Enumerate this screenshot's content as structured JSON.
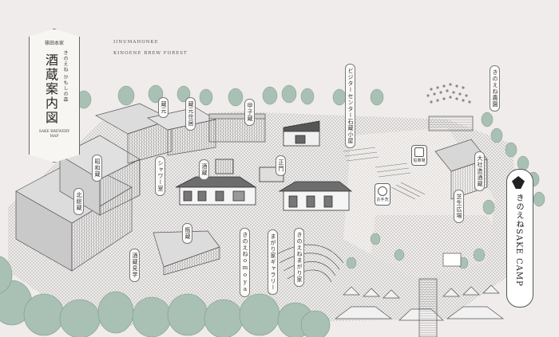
{
  "title_card": {
    "subtitle": "篠田本家",
    "small_vertical": "きのえね かもしの森",
    "main_title": "酒蔵案内図",
    "english": "SAKE BREWERY MAP"
  },
  "english_header": {
    "line1": "IINUMAHONKE",
    "line2": "KINOENE BREW FOREST"
  },
  "labels": {
    "lbl_a": "蔵元",
    "lbl_b": "蔵元住居",
    "lbl_c": "甲子蔵",
    "lbl_d": "昭和蔵",
    "lbl_e": "北総蔵",
    "lbl_f": "シャワー室",
    "lbl_g": "酒蔵",
    "lbl_h": "正門",
    "lbl_i": "瓶蔵",
    "lbl_j": "酒蔵見学",
    "lbl_k": "きのえねomoya",
    "lbl_l": "まがり家ギャラリー",
    "lbl_m": "きのえねまがり家",
    "lbl_n": "ビジターセンター石蔵小屋",
    "lbl_o": "きのえね農園",
    "lbl_p": "大社造酒蔵",
    "lbl_q": "芝生広場",
    "lbl_r": "駐車場",
    "lbl_s": "お手洗"
  },
  "camp": {
    "text": "きのえねSAKE CAMP"
  },
  "colors": {
    "background": "#efeceb",
    "trees": "#a9c0b4",
    "tree_dark": "#8aa597",
    "hatch": "#9a9a9a",
    "outline": "#555555"
  },
  "icons": [
    "parking-icon",
    "restroom-icon",
    "camp-logo-icon"
  ]
}
